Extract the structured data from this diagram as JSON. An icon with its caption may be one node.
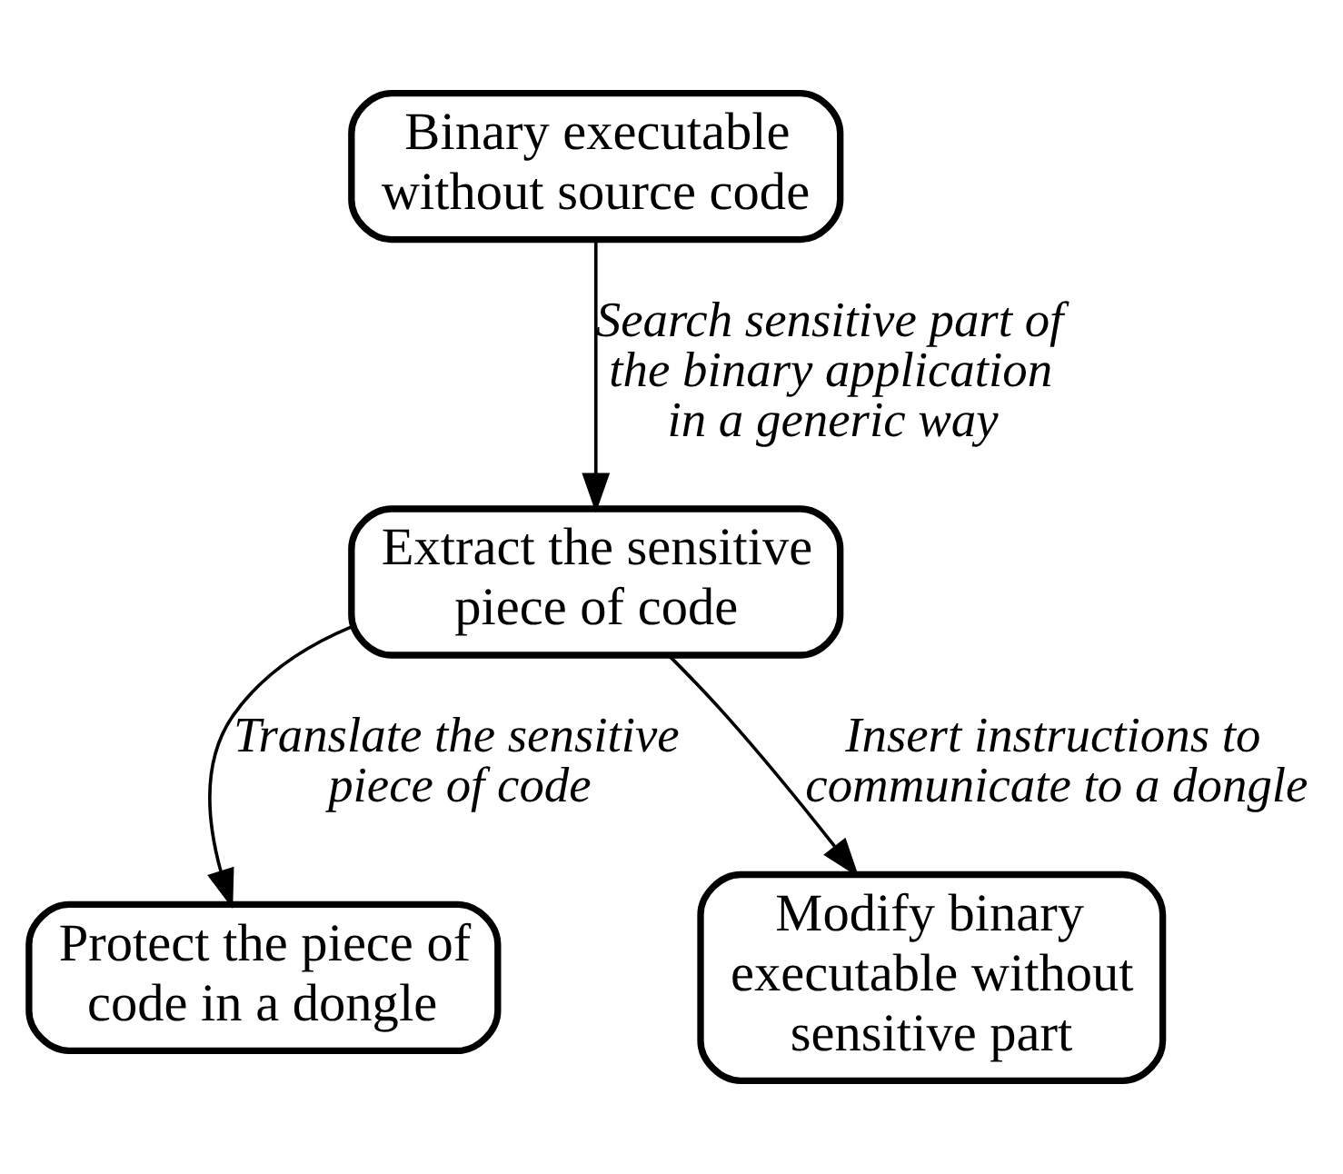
{
  "diagram": {
    "nodes": [
      {
        "text": [
          "Binary executable without source code"
        ]
      },
      {
        "text": [
          "Extract the sensitive piece of code"
        ]
      },
      {
        "text": [
          "Protect the piece of code in a dongle"
        ]
      },
      {
        "text": [
          "Modify binary executable without sensitive part"
        ]
      }
    ],
    "edges": [
      {
        "from": 0,
        "to": 1,
        "arrow": "to",
        "label": "Search sensitive part of the binary application in a generic way"
      },
      {
        "from": 1,
        "to": 2,
        "arrow": "to",
        "label": "Translate the sensitive piece of code"
      },
      {
        "from": 1,
        "to": 3,
        "arrow": "to",
        "label": "Insert instructions to communicate to a dongle"
      }
    ]
  }
}
